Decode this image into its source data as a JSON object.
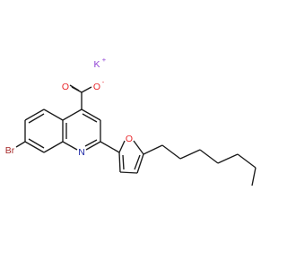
{
  "molecule": {
    "atoms": {
      "potassium": {
        "text": "K",
        "charge": "+",
        "color": "#8f40d4"
      },
      "carboxyl_o_double": {
        "text": "O",
        "color": "#e8262a"
      },
      "carboxyl_o_single": {
        "text": "O",
        "charge": "-",
        "color": "#e8262a"
      },
      "bromine": {
        "text": "Br",
        "color": "#a62929"
      },
      "quinoline_n": {
        "text": "N",
        "color": "#1f2aa8"
      },
      "furan_o": {
        "text": "O",
        "color": "#e8262a"
      }
    },
    "bond_color": "#1a1a1a"
  }
}
